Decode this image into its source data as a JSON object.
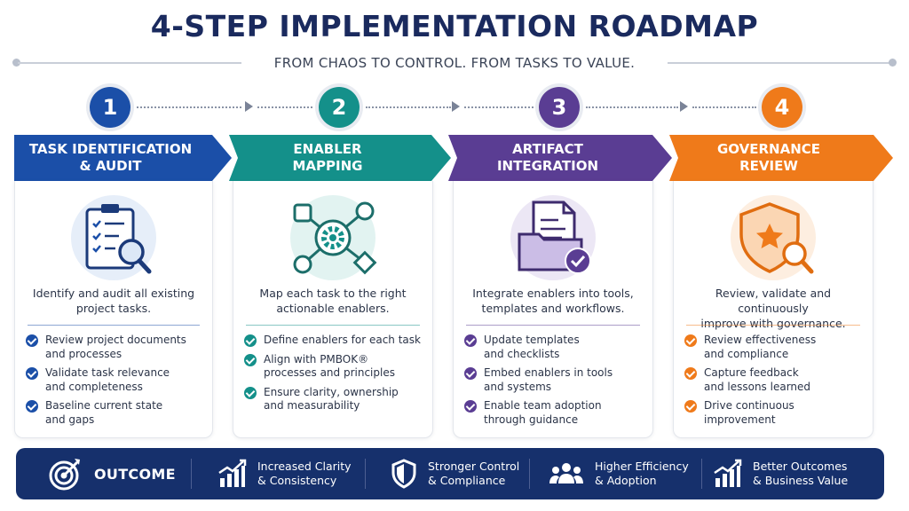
{
  "title": "4-STEP IMPLEMENTATION ROADMAP",
  "subtitle": "FROM CHAOS TO CONTROL. FROM TASKS TO VALUE.",
  "colors": {
    "step1": "#1b4fa8",
    "step2": "#14908a",
    "step3": "#5a3d93",
    "step4": "#ef7a1a",
    "navy": "#16306c"
  },
  "steps": [
    {
      "number": "1",
      "title_line1": "TASK IDENTIFICATION",
      "title_line2": "& AUDIT",
      "icon": "clipboard-checklist-magnifier-icon",
      "desc_line1": "Identify and audit all existing",
      "desc_line2": "project tasks.",
      "bullets": [
        {
          "l1": "Review project documents",
          "l2": "and processes"
        },
        {
          "l1": "Validate task relevance",
          "l2": "and completeness"
        },
        {
          "l1": "Baseline current state",
          "l2": "and gaps"
        }
      ]
    },
    {
      "number": "2",
      "title_line1": "ENABLER",
      "title_line2": "MAPPING",
      "icon": "gear-network-icon",
      "desc_line1": "Map each task to the right",
      "desc_line2": "actionable enablers.",
      "bullets": [
        {
          "l1": "Define enablers for each task",
          "l2": ""
        },
        {
          "l1": "Align with PMBOK®",
          "l2": "processes and principles"
        },
        {
          "l1": "Ensure clarity, ownership",
          "l2": "and measurability"
        }
      ]
    },
    {
      "number": "3",
      "title_line1": "ARTIFACT",
      "title_line2": "INTEGRATION",
      "icon": "document-folder-check-icon",
      "desc_line1": "Integrate enablers into tools,",
      "desc_line2": "templates and workflows.",
      "bullets": [
        {
          "l1": "Update templates",
          "l2": "and checklists"
        },
        {
          "l1": "Embed enablers in tools",
          "l2": "and systems"
        },
        {
          "l1": "Enable team adoption",
          "l2": "through guidance"
        }
      ]
    },
    {
      "number": "4",
      "title_line1": "GOVERNANCE",
      "title_line2": "REVIEW",
      "icon": "shield-star-magnifier-icon",
      "desc_line1": "Review, validate and continuously",
      "desc_line2": "improve with governance.",
      "bullets": [
        {
          "l1": "Review effectiveness",
          "l2": "and compliance"
        },
        {
          "l1": "Capture feedback",
          "l2": "and lessons learned"
        },
        {
          "l1": "Drive continuous",
          "l2": "improvement"
        }
      ]
    }
  ],
  "outcome": {
    "label": "OUTCOME",
    "icon": "target-arrow-icon",
    "items": [
      {
        "l1": "Increased Clarity",
        "l2": "& Consistency",
        "icon": "bar-chart-growth-icon"
      },
      {
        "l1": "Stronger Control",
        "l2": "& Compliance",
        "icon": "shield-icon"
      },
      {
        "l1": "Higher Efficiency",
        "l2": "& Adoption",
        "icon": "team-icon"
      },
      {
        "l1": "Better Outcomes",
        "l2": "& Business Value",
        "icon": "bar-chart-growth-icon"
      }
    ]
  }
}
